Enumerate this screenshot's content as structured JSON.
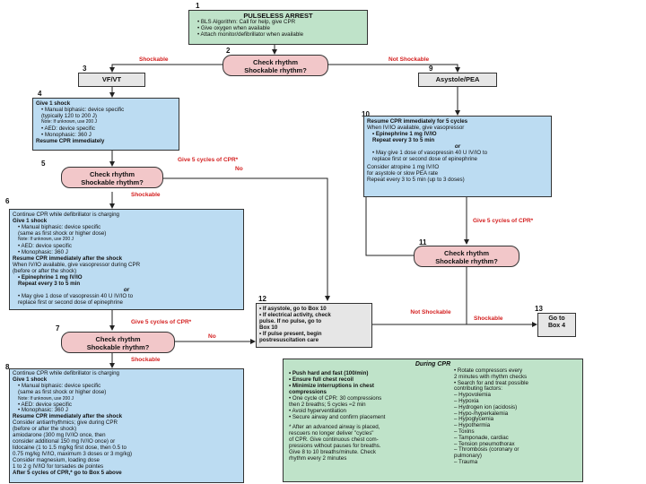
{
  "nodes": {
    "n1": {
      "num": "1",
      "title": "PULSELESS ARREST",
      "lines": [
        "• BLS Algorithm: Call for help, give CPR",
        "• Give oxygen when available",
        "• Attach monitor/defibrillator when available"
      ]
    },
    "n2": {
      "num": "2",
      "lines": [
        "Check rhythm",
        "Shockable rhythm?"
      ]
    },
    "n3": {
      "num": "3",
      "label": "VF/VT"
    },
    "n9": {
      "num": "9",
      "label": "Asystole/PEA"
    },
    "n4": {
      "num": "4",
      "lines": [
        "Give 1 shock",
        "• Manual biphasic: device specific",
        "  (typically 120 to 200 J)",
        "  Note: If unknown, use 200 J",
        "• AED: device specific",
        "• Monophasic: 360 J",
        "Resume CPR immediately"
      ]
    },
    "n10": {
      "num": "10",
      "lines": [
        "Resume CPR immediately for 5 cycles",
        "When IV/IO available, give vasopressor",
        "• Epinephrine 1 mg IV/IO",
        "  Repeat every 3 to 5 min",
        "or",
        "• May give 1 dose of vasopressin 40 U IV/IO to",
        "  replace first or second dose of epinephrine",
        "Consider atropine 1 mg IV/IO",
        "  for asystole or slow PEA rate",
        "  Repeat every 3 to 5 min (up to 3 doses)"
      ]
    },
    "n5": {
      "num": "5",
      "lines": [
        "Check rhythm",
        "Shockable rhythm?"
      ]
    },
    "n6": {
      "num": "6",
      "lines": [
        "Continue CPR while defibrillator is charging",
        "Give 1 shock",
        "• Manual biphasic: device specific",
        "  (same as first shock or higher dose)",
        "  Note: If unknown, use 200 J",
        "• AED: device specific",
        "• Monophasic: 360 J",
        "Resume CPR immediately after the shock",
        "When IV/IO available, give vasopressor during CPR",
        "(before or after the shock)",
        "• Epinephrine 1 mg IV/IO",
        "  Repeat every 3 to 5 min",
        "or",
        "• May give 1 dose of vasopressin 40 U IV/IO to",
        "  replace first or second dose of epinephrine"
      ]
    },
    "n11": {
      "num": "11",
      "lines": [
        "Check rhythm",
        "Shockable rhythm?"
      ]
    },
    "n12": {
      "num": "12",
      "lines": [
        "• If asystole, go to Box 10",
        "• If electrical activity, check",
        "  pulse. If no pulse, go to",
        "  Box 10",
        "• If pulse present, begin",
        "  postresuscitation care"
      ]
    },
    "n13": {
      "num": "13",
      "lines": [
        "Go to",
        "Box 4"
      ]
    },
    "n7": {
      "num": "7",
      "lines": [
        "Check rhythm",
        "Shockable rhythm?"
      ]
    },
    "n8": {
      "num": "8",
      "lines": [
        "Continue CPR while defibrillator is charging",
        "Give 1 shock",
        "• Manual biphasic: device specific",
        "  (same as first shock or higher dose)",
        "  Note: If unknown, use 200 J",
        "• AED: device specific",
        "• Monophasic: 360 J",
        "Resume CPR immediately after the shock",
        "Consider antiarrhythmics; give during CPR",
        "(before or after the shock)",
        "amiodarone (300 mg IV/IO once, then",
        "consider additional 150 mg IV/IO once) or",
        "lidocaine (1 to 1.5 mg/kg first dose, then 0.5 to",
        "0.75 mg/kg IV/IO, maximum 3 doses or 3 mg/kg)",
        "Consider magnesium, loading dose",
        "  1 to 2 g IV/IO for torsades de pointes",
        "After 5 cycles of CPR,* go to Box 5 above"
      ]
    },
    "during": {
      "title": "During CPR",
      "left": [
        "• Push hard and fast (100/min)",
        "• Ensure full chest recoil",
        "• Minimize interruptions in chest",
        "  compressions",
        "• One cycle of CPR: 30 compressions",
        "  then 2 breaths; 5 cycles ≈2 min",
        "• Avoid hyperventilation",
        "• Secure airway and confirm placement",
        "* After an advanced airway is placed,",
        "  rescuers no longer deliver \"cycles\"",
        "  of CPR. Give continuous chest com-",
        "  pressions without pauses for breaths.",
        "  Give 8 to 10 breaths/minute. Check",
        "  rhythm every 2 minutes"
      ],
      "right": [
        "• Rotate compressors every",
        "  2 minutes with rhythm checks",
        "• Search for and treat possible",
        "  contributing factors:",
        "  – Hypovolemia",
        "  – Hypoxia",
        "  – Hydrogen ion (acidosis)",
        "  – Hypo-/hyperkalemia",
        "  – Hypoglycemia",
        "  – Hypothermia",
        "  – Toxins",
        "  – Tamponade, cardiac",
        "  – Tension pneumothorax",
        "  – Thrombosis (coronary or",
        "    pulmonary)",
        "  – Trauma"
      ]
    }
  },
  "labels": {
    "shockable_left": "Shockable",
    "not_shockable_top": "Not Shockable",
    "give5_a": "Give 5 cycles of CPR*",
    "no_a": "No",
    "shockable_5": "Shockable",
    "give5_b": "Give 5 cycles of CPR*",
    "give5_c": "Give 5 cycles of CPR*",
    "not_shockable_11": "Not Shockable",
    "shockable_11": "Shockable",
    "no_b": "No",
    "shockable_7": "Shockable"
  },
  "colors": {
    "green": "#bfe3c9",
    "blue": "#bcdcf2",
    "pink": "#f2c7c9",
    "grey": "#e6e6e6",
    "label_red": "#d42020"
  }
}
